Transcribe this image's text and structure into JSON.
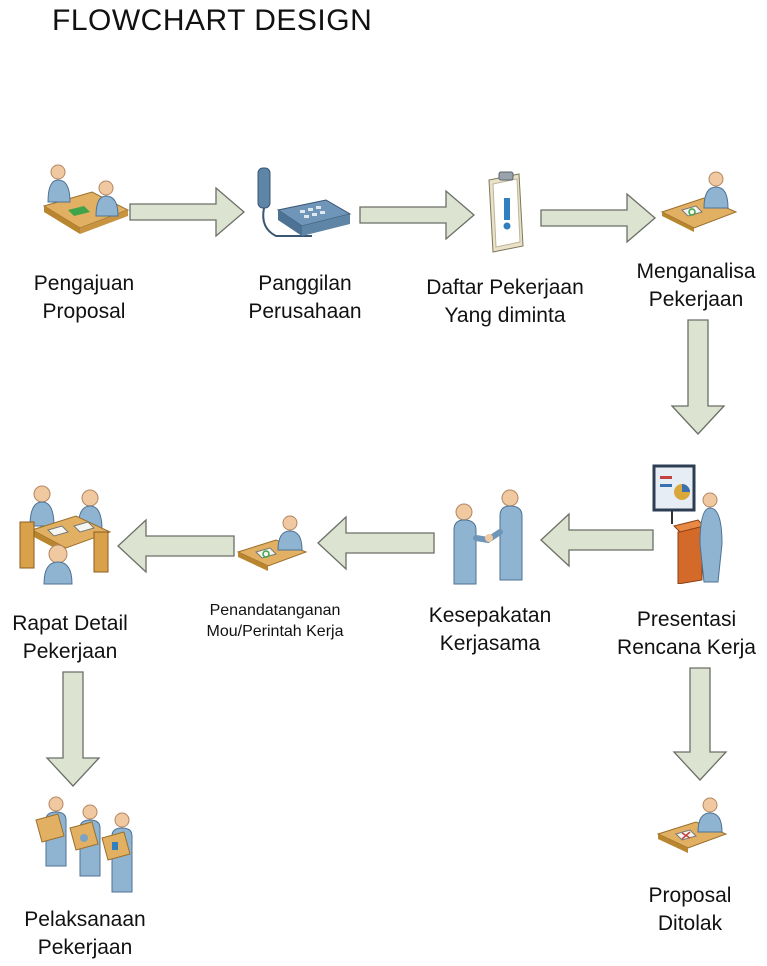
{
  "title": "FLOWCHART DESIGN",
  "nodes": {
    "pengajuan": [
      "Pengajuan",
      "Proposal"
    ],
    "panggilan": [
      "Panggilan",
      "Perusahaan"
    ],
    "daftar": [
      "Daftar Pekerjaan",
      "Yang diminta"
    ],
    "menganalisa": [
      "Menganalisa",
      "Pekerjaan"
    ],
    "presentasi": [
      "Presentasi",
      "Rencana Kerja"
    ],
    "kesepakatan": [
      "Kesepakatan",
      "Kerjasama"
    ],
    "penandatanganan": [
      "Penandatanganan",
      "Mou/Perintah Kerja"
    ],
    "rapat": [
      "Rapat Detail",
      "Pekerjaan"
    ],
    "pelaksanaan": [
      "Pelaksanaan",
      "Pekerjaan"
    ],
    "ditolak": [
      "Proposal",
      "Ditolak"
    ]
  },
  "icons": {
    "pengajuan": "meeting-desk-icon",
    "panggilan": "telephone-icon",
    "daftar": "clipboard-alert-icon",
    "menganalisa": "person-desk-writing-icon",
    "presentasi": "presenter-podium-icon",
    "kesepakatan": "handshake-icon",
    "penandatanganan": "person-desk-signing-icon",
    "rapat": "conference-table-icon",
    "pelaksanaan": "workers-boxes-icon",
    "ditolak": "person-desk-rejected-icon"
  },
  "colors": {
    "arrow_fill": "#dce3d0",
    "arrow_stroke": "#6b6f66",
    "person": "#8fb4d2",
    "desk": "#e2b062"
  }
}
